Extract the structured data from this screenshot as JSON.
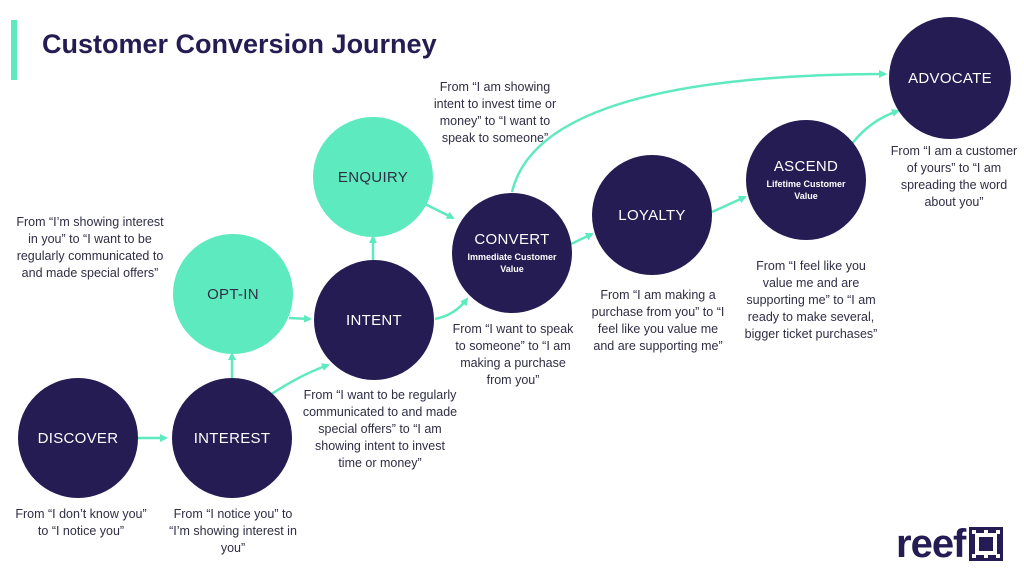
{
  "title": "Customer Conversion Journey",
  "colors": {
    "dark_node": "#241c52",
    "light_node": "#5eeabf",
    "arrow": "#5eeabf",
    "text": "#2f2e45"
  },
  "nodes": {
    "discover": {
      "label": "DISCOVER",
      "desc": "From “I don’t know you” to “I notice you”"
    },
    "interest": {
      "label": "INTEREST",
      "desc": "From “I notice you” to “I’m showing interest in you”"
    },
    "optin": {
      "label": "OPT-IN",
      "desc": "From “I’m showing interest in you” to  “I want to be regularly communicated to and made special offers”"
    },
    "intent": {
      "label": "INTENT",
      "desc": "From “I want to be regularly communicated to and made special offers” to “I am showing intent to invest time or money”"
    },
    "enquiry": {
      "label": "ENQUIRY",
      "desc": "From “I am showing intent to invest time or money” to “I want to speak to someone”"
    },
    "convert": {
      "label": "CONVERT",
      "sub": "Immediate Customer Value",
      "desc": "From “I want to speak to someone” to “I am making a purchase from you”"
    },
    "loyalty": {
      "label": "LOYALTY",
      "desc": "From “I am making a purchase from you” to “I feel like you value me and are supporting me”"
    },
    "ascend": {
      "label": "ASCEND",
      "sub": "Lifetime Customer Value",
      "desc": "From “I feel like you value me and are supporting me” to “I am ready to make several, bigger ticket purchases”"
    },
    "advocate": {
      "label": "ADVOCATE",
      "desc": "From “I am a customer of yours” to “I am spreading the word about you”"
    }
  },
  "logo": {
    "text": "reef"
  }
}
